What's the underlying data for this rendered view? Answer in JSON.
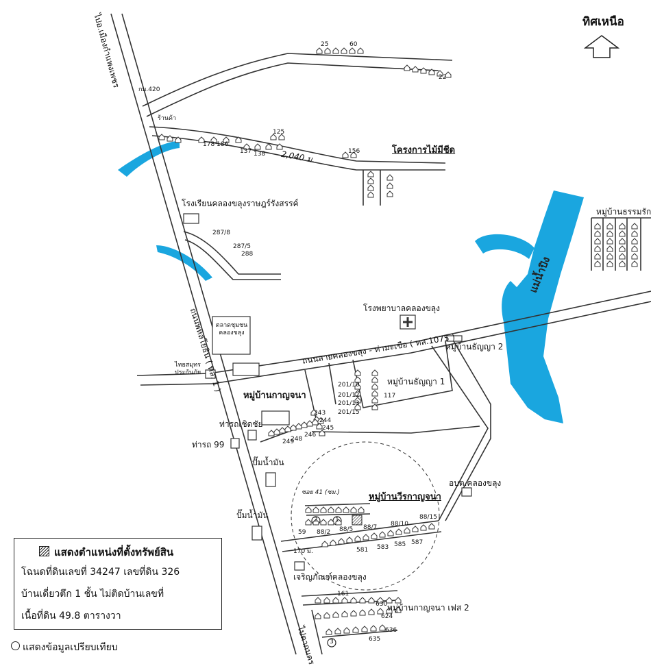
{
  "north": {
    "label": "ทิศเหนือ",
    "icon": "north-arrow-icon"
  },
  "colors": {
    "water": "#1aa6df",
    "road": "#333333",
    "background": "#ffffff"
  },
  "roads": {
    "main_road_top": "ไปอ.เมืองกำแพงเพชร",
    "main_road_mid": "ถนนพหลโยธิน ( ทล. 1 )",
    "main_road_bottom": "ไปตากนคร",
    "cross_road": "ถนนสายคลองขลุง - ท่ามะเขือ ( ทล.1075 )",
    "km_marker": "กม.420",
    "branch_road_distance": "2,040 ม.",
    "soi_41": "ซอย 41 (ซม.)",
    "distance_170": "170 ม."
  },
  "places": {
    "forest_project": "โครงการไม้มีชีด",
    "school": "โรงเรียนคลองขลุงราษฎร์รังสรรค์",
    "hospital": "โรงพยาบาลคลองขลุง",
    "market": "ตลาดชุมชนคลองขลุง",
    "insurance": "ไทยสมุทร ประกันภัย",
    "village_kanjana": "หมู่บ้านกาญจนา",
    "village_thanya1": "หมู่บ้านธัญญา 1",
    "village_thanya2": "หมู่บ้านธัญญา 2",
    "village_thammaraksa": "หมู่บ้านธรรมรักษา",
    "village_weerakanjana": "หมู่บ้านวีรกาญจนา",
    "village_kanjana_phase2": "หมู่บ้านกาญจนา เฟส 2",
    "bus_chetchai": "ท่ารถเชิดชัย",
    "bus_99": "ท่ารถ 99",
    "gas_1": "ปั๊มน้ำมัน",
    "gas_2": "ปั๊มน้ำมัน",
    "sao_office": "อบต.คลองขลุง",
    "shop": "เจริญภัณฑ์คลองขลุง",
    "ping_river": "แม่น้ำปิง",
    "shop_small": "ร้านค้า"
  },
  "house_numbers": [
    "25",
    "60",
    "22",
    "125",
    "178",
    "186",
    "137",
    "138",
    "156",
    "287/8",
    "287/5",
    "288",
    "201/10",
    "201/12",
    "201/13",
    "201/15",
    "117",
    "243",
    "244",
    "245",
    "246",
    "249",
    "248",
    "59",
    "88/2",
    "88/5",
    "88/7",
    "88/10",
    "88/15",
    "581",
    "583",
    "585",
    "587",
    "161",
    "630",
    "624",
    "636",
    "635"
  ],
  "markers": {
    "m1": "1",
    "m2": "2",
    "m3": "3"
  },
  "legend": {
    "title": "แสดงตำแหน่งที่ตั้งทรัพย์สิน",
    "line1": "โฉนดที่ดินเลขที่ 34247  เลขที่ดิน 326",
    "line2": "บ้านเดี่ยวตึก 1 ชั้น   ไม่ติดบ้านเลขที่",
    "line3": "เนื้อที่ดิน  49.8  ตารางวา",
    "compare_note": "แสดงข้อมูลเปรียบเทียบ"
  }
}
